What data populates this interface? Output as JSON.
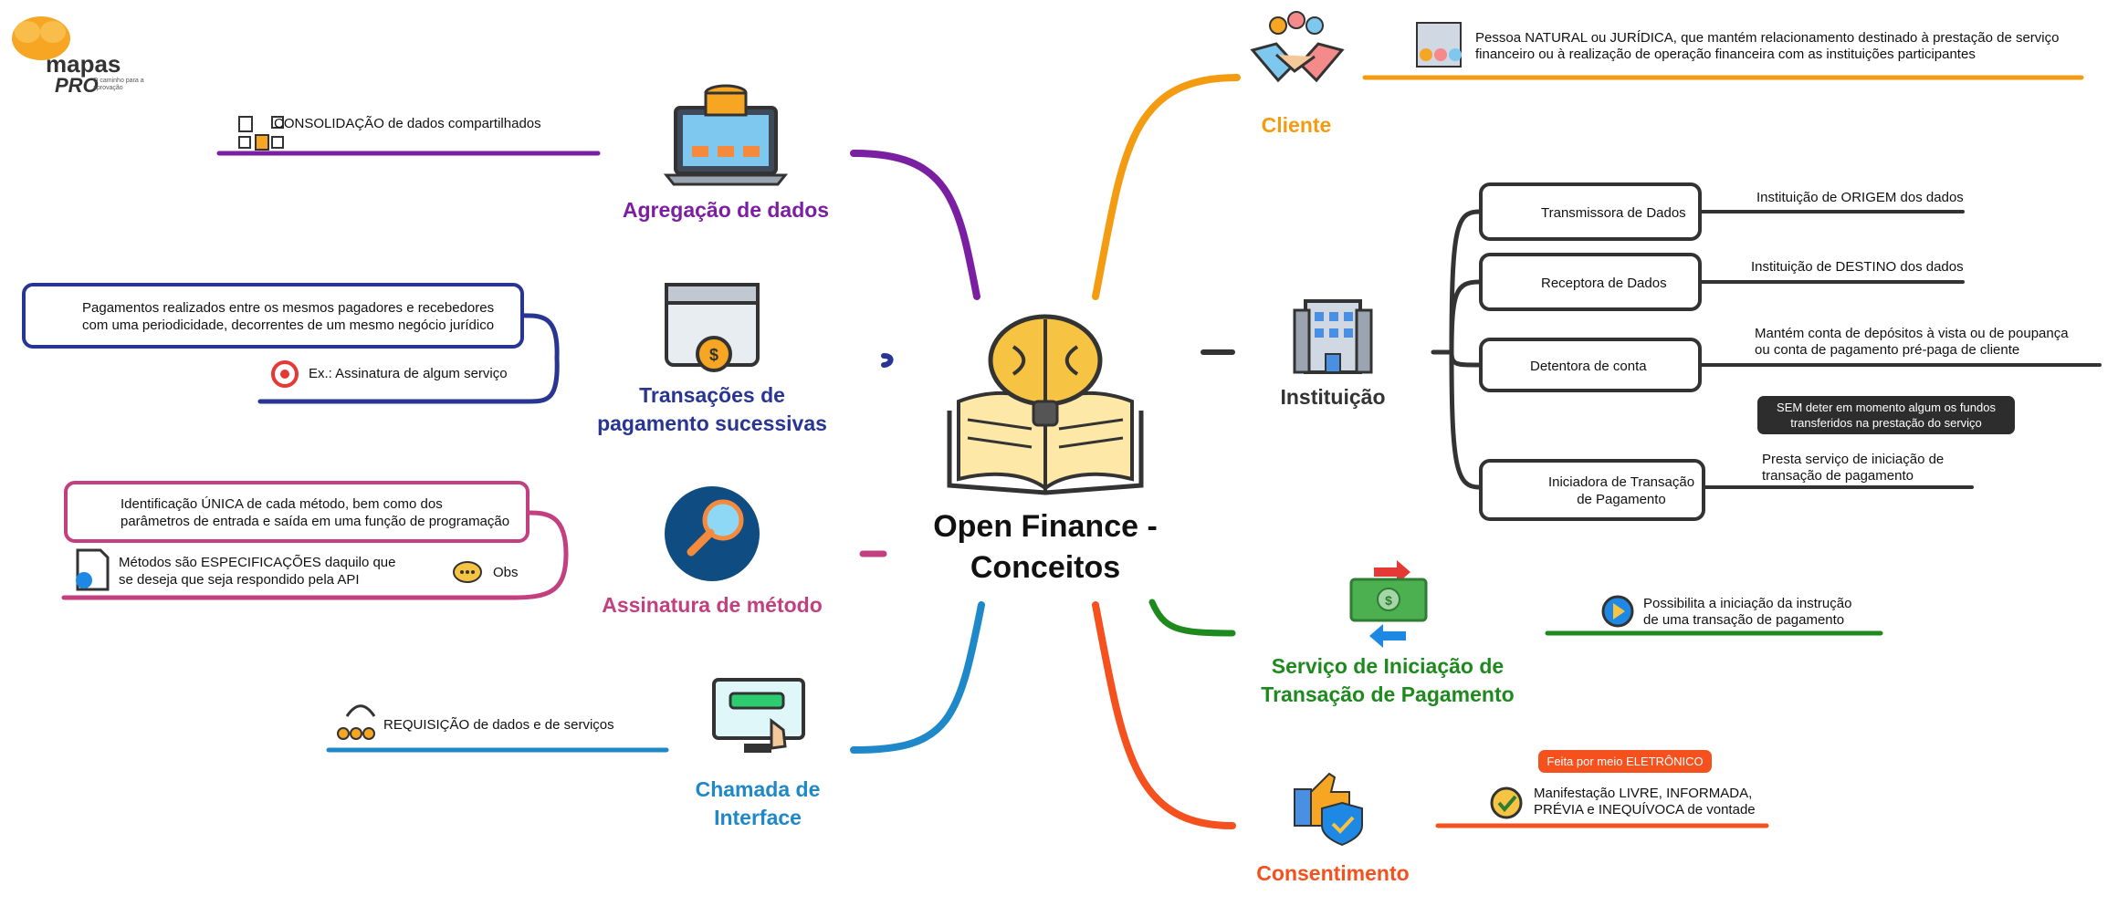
{
  "logo": {
    "name": "mapas",
    "sub": "PRO",
    "tagline": "O caminho para a aprovação"
  },
  "central": {
    "line1": "Open Finance -",
    "line2": "Conceitos"
  },
  "branches": {
    "agregacao": {
      "title": "Agregação de dados",
      "color": "#7b1fa2",
      "note": "CONSOLIDAÇÃO de dados compartilhados"
    },
    "transacoes": {
      "title1": "Transações de",
      "title2": "pagamento sucessivas",
      "color": "#283593",
      "box_line1": "Pagamentos realizados entre os mesmos pagadores e recebedores",
      "box_line2": "com uma periodicidade, decorrentes de um mesmo negócio jurídico",
      "example": "Ex.: Assinatura de algum serviço"
    },
    "assinatura": {
      "title": "Assinatura de método",
      "color": "#c2407f",
      "box_line1": "Identificação ÚNICA de cada método, bem como dos",
      "box_line2": "parâmetros de entrada e saída em uma função de programação",
      "spec_line1": "Métodos são ESPECIFICAÇÕES daquilo que",
      "spec_line2": "se deseja que seja respondido pela API",
      "obs": "Obs"
    },
    "chamada": {
      "title1": "Chamada de",
      "title2": "Interface",
      "color": "#1e88c9",
      "note": "REQUISIÇÃO de dados e de serviços"
    },
    "cliente": {
      "title": "Cliente",
      "color": "#f39c12",
      "note_line1": "Pessoa NATURAL ou JURÍDICA, que mantém relacionamento destinado à prestação de serviço",
      "note_line2": "financeiro ou à realização de operação financeira com as instituições participantes"
    },
    "instituicao": {
      "title": "Instituição",
      "color": "#333333",
      "items": [
        {
          "label": "Transmissora de Dados",
          "desc1": "Instituição de ORIGEM dos dados",
          "desc2": ""
        },
        {
          "label": "Receptora de Dados",
          "desc1": "Instituição de DESTINO dos dados",
          "desc2": ""
        },
        {
          "label": "Detentora de conta",
          "desc1": "Mantém conta de depósitos à vista ou de poupança",
          "desc2": "ou conta de pagamento pré-paga de cliente"
        },
        {
          "label1": "Iniciadora de Transação",
          "label2": "de Pagamento",
          "desc1": "Presta serviço de iniciação de",
          "desc2": "transação de pagamento"
        }
      ],
      "bubble_line1": "SEM deter em momento algum os fundos",
      "bubble_line2": "transferidos na prestação do serviço"
    },
    "servico": {
      "title1": "Serviço de Iniciação de",
      "title2": "Transação de Pagamento",
      "color": "#1e8a1e",
      "note_line1": "Possibilita a iniciação da instrução",
      "note_line2": "de uma transação de pagamento"
    },
    "consentimento": {
      "title": "Consentimento",
      "color": "#f4511e",
      "bubble": "Feita por meio ELETRÔNICO",
      "note_line1": "Manifestação LIVRE, INFORMADA,",
      "note_line2": "PRÉVIA e INEQUÍVOCA de vontade"
    }
  }
}
